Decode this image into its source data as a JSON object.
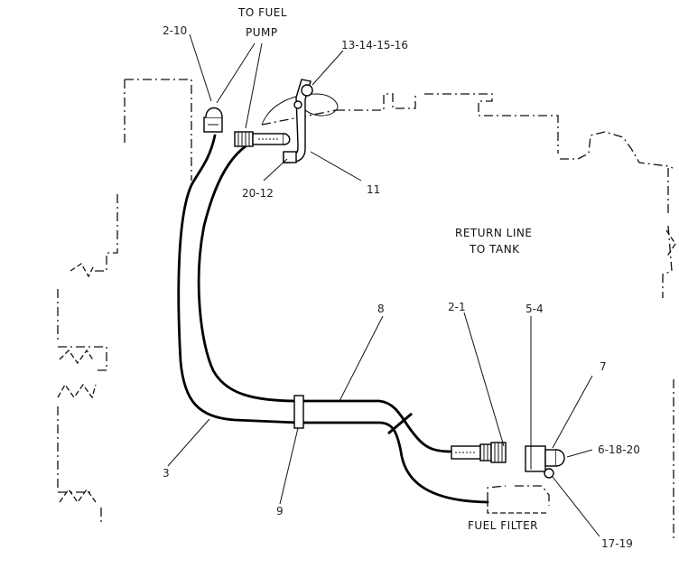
{
  "captions": {
    "to_fuel_pump_line1": "TO FUEL",
    "to_fuel_pump_line2": "PUMP",
    "return_line_line1": "RETURN LINE",
    "return_line_line2": "TO TANK",
    "fuel_filter": "FUEL FILTER"
  },
  "callouts": {
    "c_2_10": "2-10",
    "c_13_16": "13-14-15-16",
    "c_20_12": "20-12",
    "c_11": "11",
    "c_8": "8",
    "c_2_1": "2-1",
    "c_5_4": "5-4",
    "c_7": "7",
    "c_6_18_20": "6-18-20",
    "c_3": "3",
    "c_9": "9",
    "c_17_19": "17-19"
  }
}
